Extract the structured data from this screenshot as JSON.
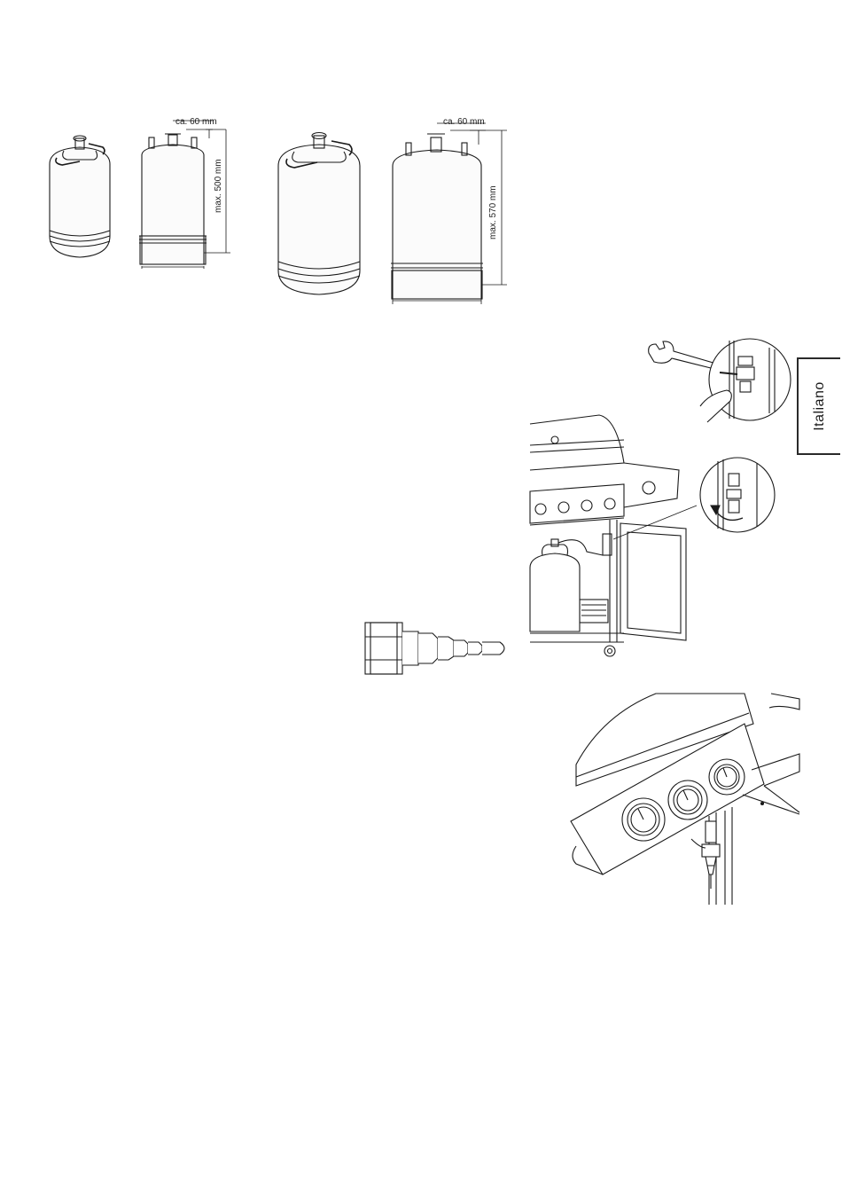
{
  "language_tab": {
    "label": "Italiano"
  },
  "small_cylinder": {
    "clearance_label": "ca. 60  mm",
    "height_label": "max. 500 mm"
  },
  "large_cylinder": {
    "clearance_label": "ca. 60  mm",
    "height_label": "max. 570 mm"
  }
}
